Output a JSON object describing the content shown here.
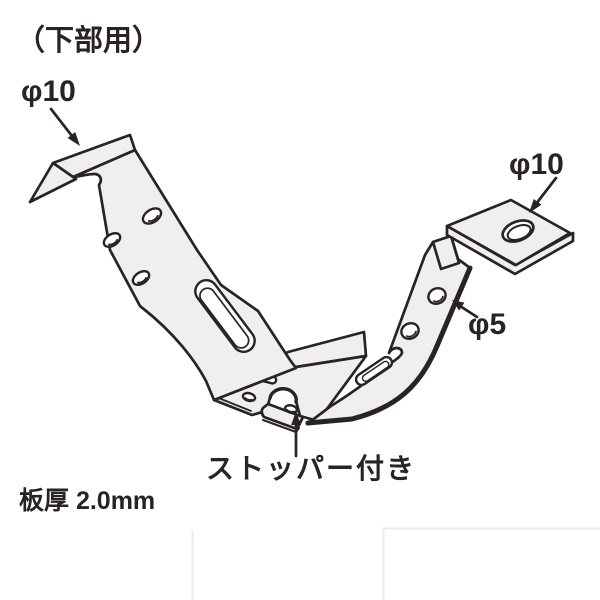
{
  "page": {
    "background": "#ffffff"
  },
  "diagram": {
    "variant_label": "（下部用）",
    "annotations": {
      "hole_top_left": "φ10",
      "hole_top_right": "φ10",
      "hole_side": "φ5",
      "stopper": "ストッパー付き",
      "plate_thickness": "板厚 2.0mm"
    },
    "colors": {
      "ink": "#292324",
      "metal_fill": "#f0efed",
      "background": "#ffffff"
    }
  }
}
